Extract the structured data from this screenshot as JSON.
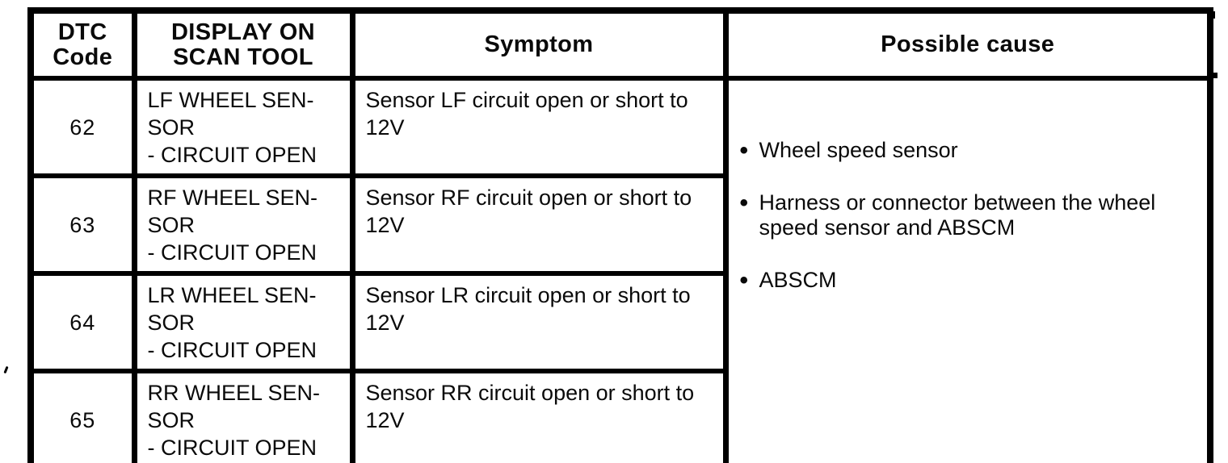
{
  "table": {
    "headers": {
      "code": "DTC\nCode",
      "display": "DISPLAY ON\nSCAN TOOL",
      "symptom": "Symptom",
      "cause": "Possible cause"
    },
    "rows": [
      {
        "code": "62",
        "display": "LF WHEEL SEN-\nSOR\n- CIRCUIT OPEN",
        "symptom": "Sensor LF circuit open or short to\n12V"
      },
      {
        "code": "63",
        "display": "RF WHEEL SEN-\nSOR\n- CIRCUIT OPEN",
        "symptom": "Sensor RF circuit open or short to\n12V"
      },
      {
        "code": "64",
        "display": "LR WHEEL SEN-\nSOR\n- CIRCUIT OPEN",
        "symptom": "Sensor LR circuit open or short to\n12V"
      },
      {
        "code": "65",
        "display": "RR WHEEL SEN-\nSOR\n- CIRCUIT OPEN",
        "symptom": "Sensor RR circuit open or short to\n12V"
      }
    ],
    "causes": {
      "bullet": "•",
      "items": [
        "Wheel speed sensor",
        "Harness or connector between the wheel\nspeed sensor and ABSCM",
        "ABSCM"
      ]
    }
  },
  "colors": {
    "ink": "#000000",
    "paper": "#ffffff"
  }
}
